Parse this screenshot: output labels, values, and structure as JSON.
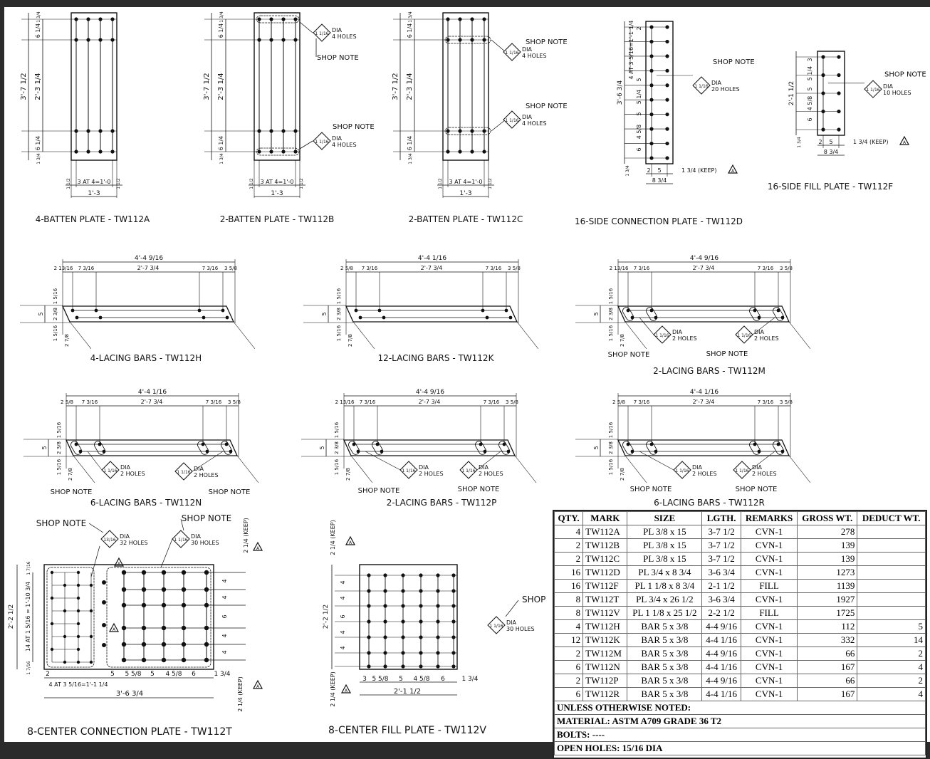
{
  "colors": {
    "line": "#111111",
    "frame": "#2b2b2b"
  },
  "drawings": {
    "a": {
      "title": "4-BATTEN PLATE - TW112A",
      "overall_h": "3'-7 1/2",
      "inner_h": "2'-3 1/4",
      "top": "6 1/4",
      "bot": "6 1/4",
      "edge_t": "1 3/4",
      "edge_b": "1 3/4",
      "spacing": "3 AT 4=1'-0",
      "side_l": "1 1/2",
      "side_r": "1 1/2",
      "width": "1'-3"
    },
    "b": {
      "title": "2-BATTEN PLATE - TW112B",
      "overall_h": "3'-7 1/2",
      "inner_h": "2'-3 1/4",
      "top": "6 1/4",
      "bot": "6 1/4",
      "edge_t": "1 3/4",
      "edge_b": "1 3/4",
      "spacing": "3 AT 4=1'-0",
      "side_l": "1 1/2",
      "side_r": "1 1/2",
      "width": "1'-3",
      "note1": "SHOP NOTE",
      "note2": "SHOP NOTE",
      "dia1": "1 1/16",
      "holes1": "DIA",
      "holes1b": "4 HOLES",
      "dia2": "1 1/16",
      "holes2": "DIA",
      "holes2b": "4 HOLES"
    },
    "c": {
      "title": "2-BATTEN PLATE - TW112C",
      "overall_h": "3'-7 1/2",
      "inner_h": "2'-3 1/4",
      "top": "6 1/4",
      "bot": "6 1/4",
      "edge_t": "1 3/4",
      "edge_b": "1 3/4",
      "spacing": "3 AT 4=1'-0",
      "side_l": "1 1/2",
      "side_r": "1 1/2",
      "width": "1'-3",
      "note1": "SHOP NOTE",
      "note2": "SHOP NOTE",
      "dia1": "1 1/16",
      "holes1": "DIA",
      "holes1b": "4 HOLES",
      "dia2": "1 1/16",
      "holes2": "DIA",
      "holes2b": "4 HOLES"
    },
    "d": {
      "title": "16-SIDE CONNECTION PLATE - TW112D",
      "overall_h": "3'-6 3/4",
      "spacing": "4 AT 3 5/16=1'-1 1/4",
      "s1": "2",
      "s2": "5",
      "s3": "5 1/4",
      "s4": "5",
      "s5": "4 5/8",
      "s6": "6",
      "edge": "1 3/4",
      "w1": "2",
      "w2": "5",
      "width": "8 3/4",
      "keep": "1 3/4 (KEEP)",
      "note": "SHOP NOTE",
      "dia": "1 1/16",
      "holes": "DIA",
      "holesb": "20 HOLES",
      "rev": "A"
    },
    "f": {
      "title": "16-SIDE FILL PLATE - TW112F",
      "overall_h": "2'-1 1/2",
      "s1": "3",
      "s2": "5 1/4",
      "s3": "5",
      "s4": "4 5/8",
      "s5": "6",
      "edge": "1 3/4",
      "w1": "2",
      "w2": "5",
      "width": "8 3/4",
      "keep": "1 3/4 (KEEP)",
      "note": "SHOP NOTE",
      "dia": "1 1/16",
      "holes": "DIA",
      "holesb": "10 HOLES",
      "rev": "A"
    },
    "h": {
      "title": "4-LACING BARS - TW112H",
      "overall": "4'-4 9/16",
      "d1": "2 13/16",
      "d2": "7 3/16",
      "d3": "2'-7 3/4",
      "d4": "7 3/16",
      "d5": "3 5/8",
      "h": "5",
      "g": "2 3/8",
      "e": "1 5/16",
      "end": "2 7/8"
    },
    "k": {
      "title": "12-LACING BARS - TW112K",
      "overall": "4'-4 1/16",
      "d1": "2 5/8",
      "d2": "7 3/16",
      "d3": "2'-7 3/4",
      "d4": "7 3/16",
      "d5": "3 5/8",
      "h": "5",
      "g": "2 3/8",
      "e": "1 5/16",
      "end": "2 7/8"
    },
    "m": {
      "title": "2-LACING BARS - TW112M",
      "overall": "4'-4 9/16",
      "d1": "2 13/16",
      "d2": "7 3/16",
      "d3": "2'-7 3/4",
      "d4": "7 3/16",
      "d5": "3 5/8",
      "h": "5",
      "g": "2 3/8",
      "e": "1 5/16",
      "end": "2 7/8",
      "note1": "SHOP NOTE",
      "note2": "SHOP NOTE",
      "dia1": "1 1/16",
      "holes1": "DIA",
      "holes1b": "2 HOLES",
      "dia2": "1 1/16",
      "holes2": "DIA",
      "holes2b": "2 HOLES"
    },
    "n": {
      "title": "6-LACING BARS - TW112N",
      "overall": "4'-4 1/16",
      "d1": "2 5/8",
      "d2": "7 3/16",
      "d3": "2'-7 3/4",
      "d4": "7 3/16",
      "d5": "3 5/8",
      "h": "5",
      "g": "2 3/8",
      "e": "1 5/16",
      "end": "2 7/8",
      "note1": "SHOP NOTE",
      "note2": "SHOP NOTE",
      "dia1": "1 1/16",
      "holes1": "DIA",
      "holes1b": "2 HOLES",
      "dia2": "1 1/16",
      "holes2": "DIA",
      "holes2b": "2 HOLES"
    },
    "p": {
      "title": "2-LACING BARS - TW112P",
      "overall": "4'-4 9/16",
      "d1": "2 13/16",
      "d2": "7 3/16",
      "d3": "2'-7 3/4",
      "d4": "7 3/16",
      "d5": "3 5/8",
      "h": "5",
      "g": "2 3/8",
      "e": "1 5/16",
      "end": "2 7/8",
      "note1": "SHOP NOTE",
      "note2": "SHOP NOTE",
      "dia1": "1 1/16",
      "holes1": "DIA",
      "holes1b": "2 HOLES",
      "dia2": "1 1/16",
      "holes2": "DIA",
      "holes2b": "2 HOLES"
    },
    "r": {
      "title": "6-LACING BARS - TW112R",
      "overall": "4'-4 1/16",
      "d1": "2 5/8",
      "d2": "7 3/16",
      "d3": "2'-7 3/4",
      "d4": "7 3/16",
      "d5": "3 5/8",
      "h": "5",
      "g": "2 3/8",
      "e": "1 5/16",
      "end": "2 7/8",
      "note1": "SHOP NOTE",
      "note2": "SHOP NOTE",
      "dia1": "1 1/16",
      "holes1": "DIA",
      "holes1b": "2 HOLES",
      "dia2": "1 1/16",
      "holes2": "DIA",
      "holes2b": "2 HOLES"
    },
    "t": {
      "title": "8-CENTER CONNECTION PLATE - TW112T",
      "overall_h": "2'-2 1/2",
      "spacing_v": "14 AT 1 5/16 = 1'-10 3/4",
      "edge_t": "1 7/16",
      "edge_b": "1 7/16",
      "bot1": "2",
      "bot2": "4 AT 3 5/16=1'-1 1/4",
      "bot3": "5",
      "bot4": "5 5/8",
      "bot5": "5",
      "bot6": "4 5/8",
      "bot7": "6",
      "bot8": "1 3/4",
      "width": "3'-6 3/4",
      "r1": "4",
      "r2": "4",
      "r3": "6",
      "r4": "4",
      "r5": "4",
      "keep_t": "2 1/4 (KEEP)",
      "keep_b": "2 1/4 (KEEP)",
      "note1": "SHOP NOTE",
      "note2": "SHOP NOTE",
      "dia1": "13/16",
      "holes1": "DIA",
      "holes1b": "32 HOLES",
      "dia2": "1 1/16",
      "holes2": "DIA",
      "holes2b": "30 HOLES",
      "rev": "A"
    },
    "v": {
      "title": "8-CENTER FILL PLATE - TW112V",
      "overall_h": "2'-2 1/2",
      "bot1": "3",
      "bot2": "5 5/8",
      "bot3": "5",
      "bot4": "4 5/8",
      "bot5": "6",
      "bot6": "1 3/4",
      "width": "2'-1 1/2",
      "r1": "4",
      "r2": "4",
      "r3": "6",
      "r4": "4",
      "r5": "4",
      "keep_t": "2 1/4 (KEEP)",
      "keep_b": "2 1/4 (KEEP)",
      "note": "SHOP",
      "dia": "1 1/16",
      "holes": "DIA",
      "holesb": "30 HOLES",
      "rev": "A"
    }
  },
  "table": {
    "headers": [
      "QTY.",
      "MARK",
      "SIZE",
      "LGTH.",
      "REMARKS",
      "GROSS WT.",
      "DEDUCT WT."
    ],
    "rows": [
      [
        "4",
        "TW112A",
        "PL 3/8 x 15",
        "3-7 1/2",
        "CVN-1",
        "278",
        ""
      ],
      [
        "2",
        "TW112B",
        "PL 3/8 x 15",
        "3-7 1/2",
        "CVN-1",
        "139",
        ""
      ],
      [
        "2",
        "TW112C",
        "PL 3/8 x 15",
        "3-7 1/2",
        "CVN-1",
        "139",
        ""
      ],
      [
        "16",
        "TW112D",
        "PL 3/4 x 8 3/4",
        "3-6 3/4",
        "CVN-1",
        "1273",
        ""
      ],
      [
        "16",
        "TW112F",
        "PL 1 1/8 x 8 3/4",
        "2-1 1/2",
        "FILL",
        "1139",
        ""
      ],
      [
        "8",
        "TW112T",
        "PL 3/4 x 26 1/2",
        "3-6 3/4",
        "CVN-1",
        "1927",
        ""
      ],
      [
        "8",
        "TW112V",
        "PL 1 1/8 x 25 1/2",
        "2-2 1/2",
        "FILL",
        "1725",
        ""
      ],
      [
        "4",
        "TW112H",
        "BAR 5 x 3/8",
        "4-4 9/16",
        "CVN-1",
        "112",
        "5"
      ],
      [
        "12",
        "TW112K",
        "BAR 5 x 3/8",
        "4-4 1/16",
        "CVN-1",
        "332",
        "14"
      ],
      [
        "2",
        "TW112M",
        "BAR 5 x 3/8",
        "4-4 9/16",
        "CVN-1",
        "66",
        "2"
      ],
      [
        "6",
        "TW112N",
        "BAR 5 x 3/8",
        "4-4 1/16",
        "CVN-1",
        "167",
        "4"
      ],
      [
        "2",
        "TW112P",
        "BAR 5 x 3/8",
        "4-4 9/16",
        "CVN-1",
        "66",
        "2"
      ],
      [
        "6",
        "TW112R",
        "BAR 5 x 3/8",
        "4-4 1/16",
        "CVN-1",
        "167",
        "4"
      ]
    ],
    "notes": [
      "UNLESS OTHERWISE NOTED:",
      "MATERIAL: ASTM A709 GRADE 36 T2",
      "BOLTS: ----",
      "OPEN HOLES: 15/16 DIA"
    ]
  }
}
